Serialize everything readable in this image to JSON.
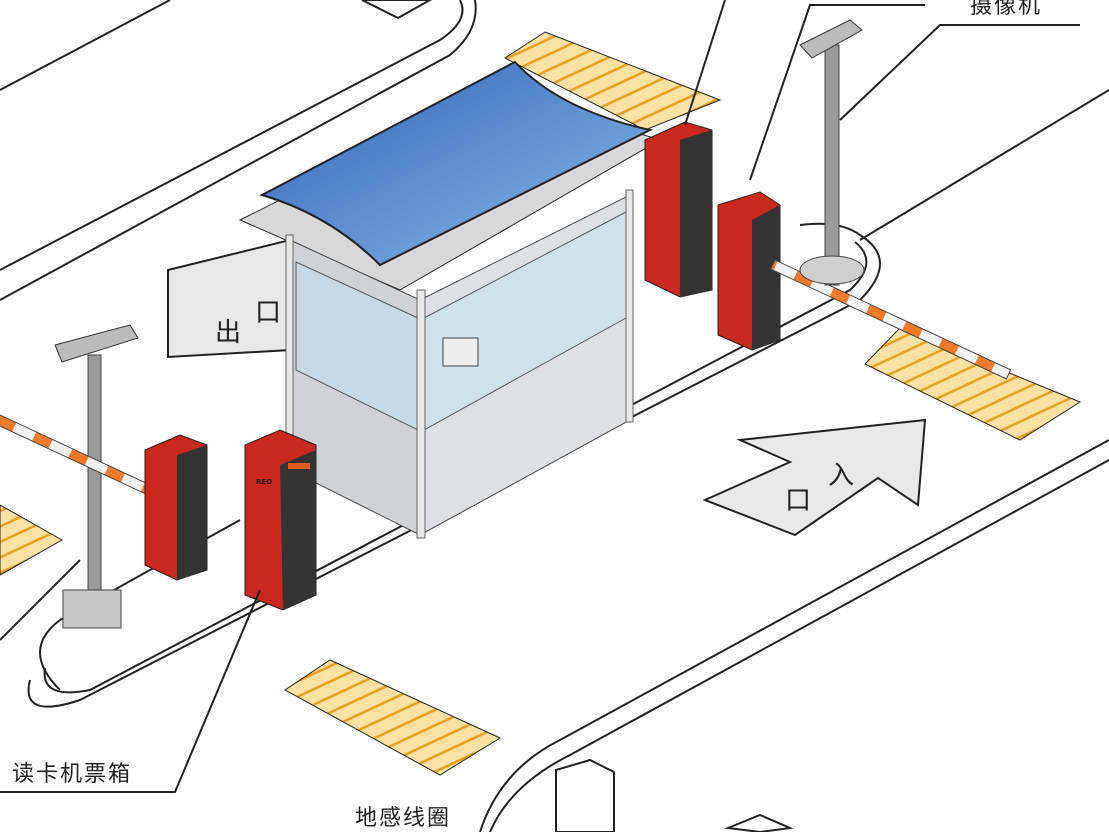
{
  "labels": {
    "camera": "摄像机",
    "card_reader_ticket_box": "读卡机票箱",
    "ground_loop": "地感线圈",
    "exit_char1": "出",
    "exit_char2": "口",
    "entry_char1": "口",
    "entry_char2": "入",
    "machine_brand": "REO"
  },
  "colors": {
    "roof": "#3f78c8",
    "barrier_red": "#c8281e",
    "loop_yellow": "#fbe2a4",
    "loop_stripe": "#e8a020",
    "boom_orange": "#f07a2a"
  }
}
